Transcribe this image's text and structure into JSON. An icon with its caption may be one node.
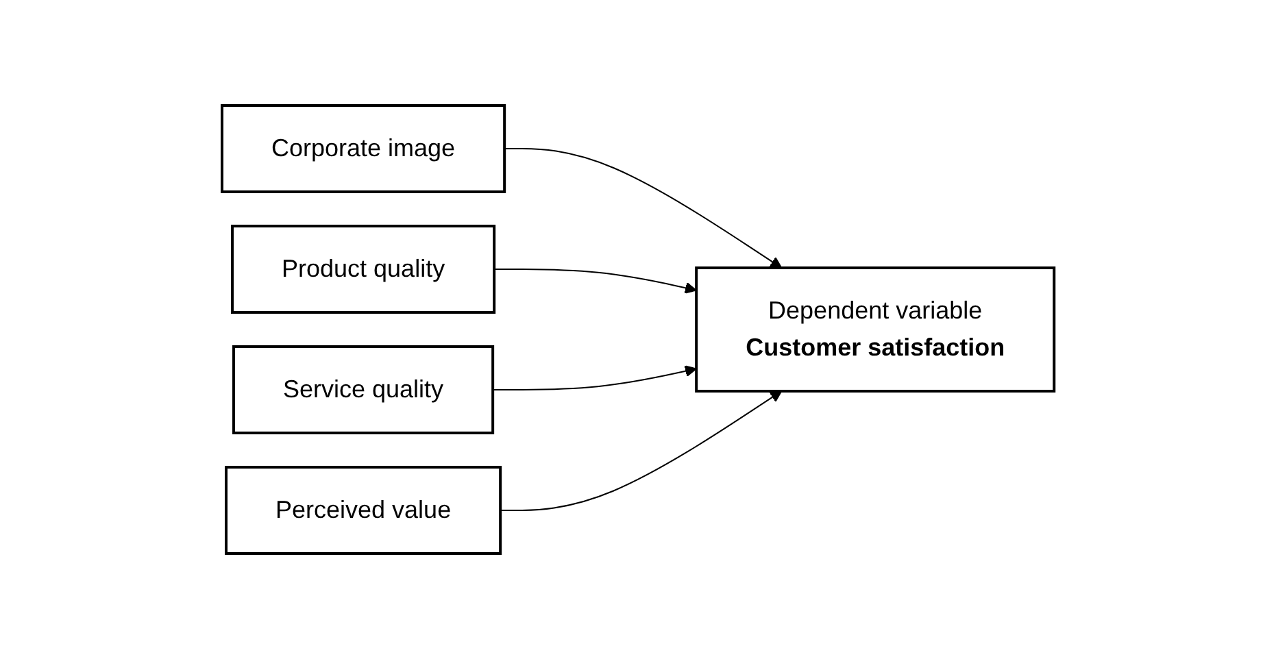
{
  "diagram": {
    "nodes": [
      {
        "text": [
          "Corporate image"
        ]
      },
      {
        "text": [
          "Product quality"
        ]
      },
      {
        "text": [
          "Service quality"
        ]
      },
      {
        "text": [
          "Perceived value"
        ]
      },
      {
        "text": [
          "Dependent variable",
          "Customer satisfaction"
        ]
      }
    ],
    "edges": [
      {
        "from": 0,
        "to": 4,
        "arrow": "to"
      },
      {
        "from": 1,
        "to": 4,
        "arrow": "to"
      },
      {
        "from": 2,
        "to": 4,
        "arrow": "to"
      },
      {
        "from": 3,
        "to": 4,
        "arrow": "to"
      }
    ]
  }
}
